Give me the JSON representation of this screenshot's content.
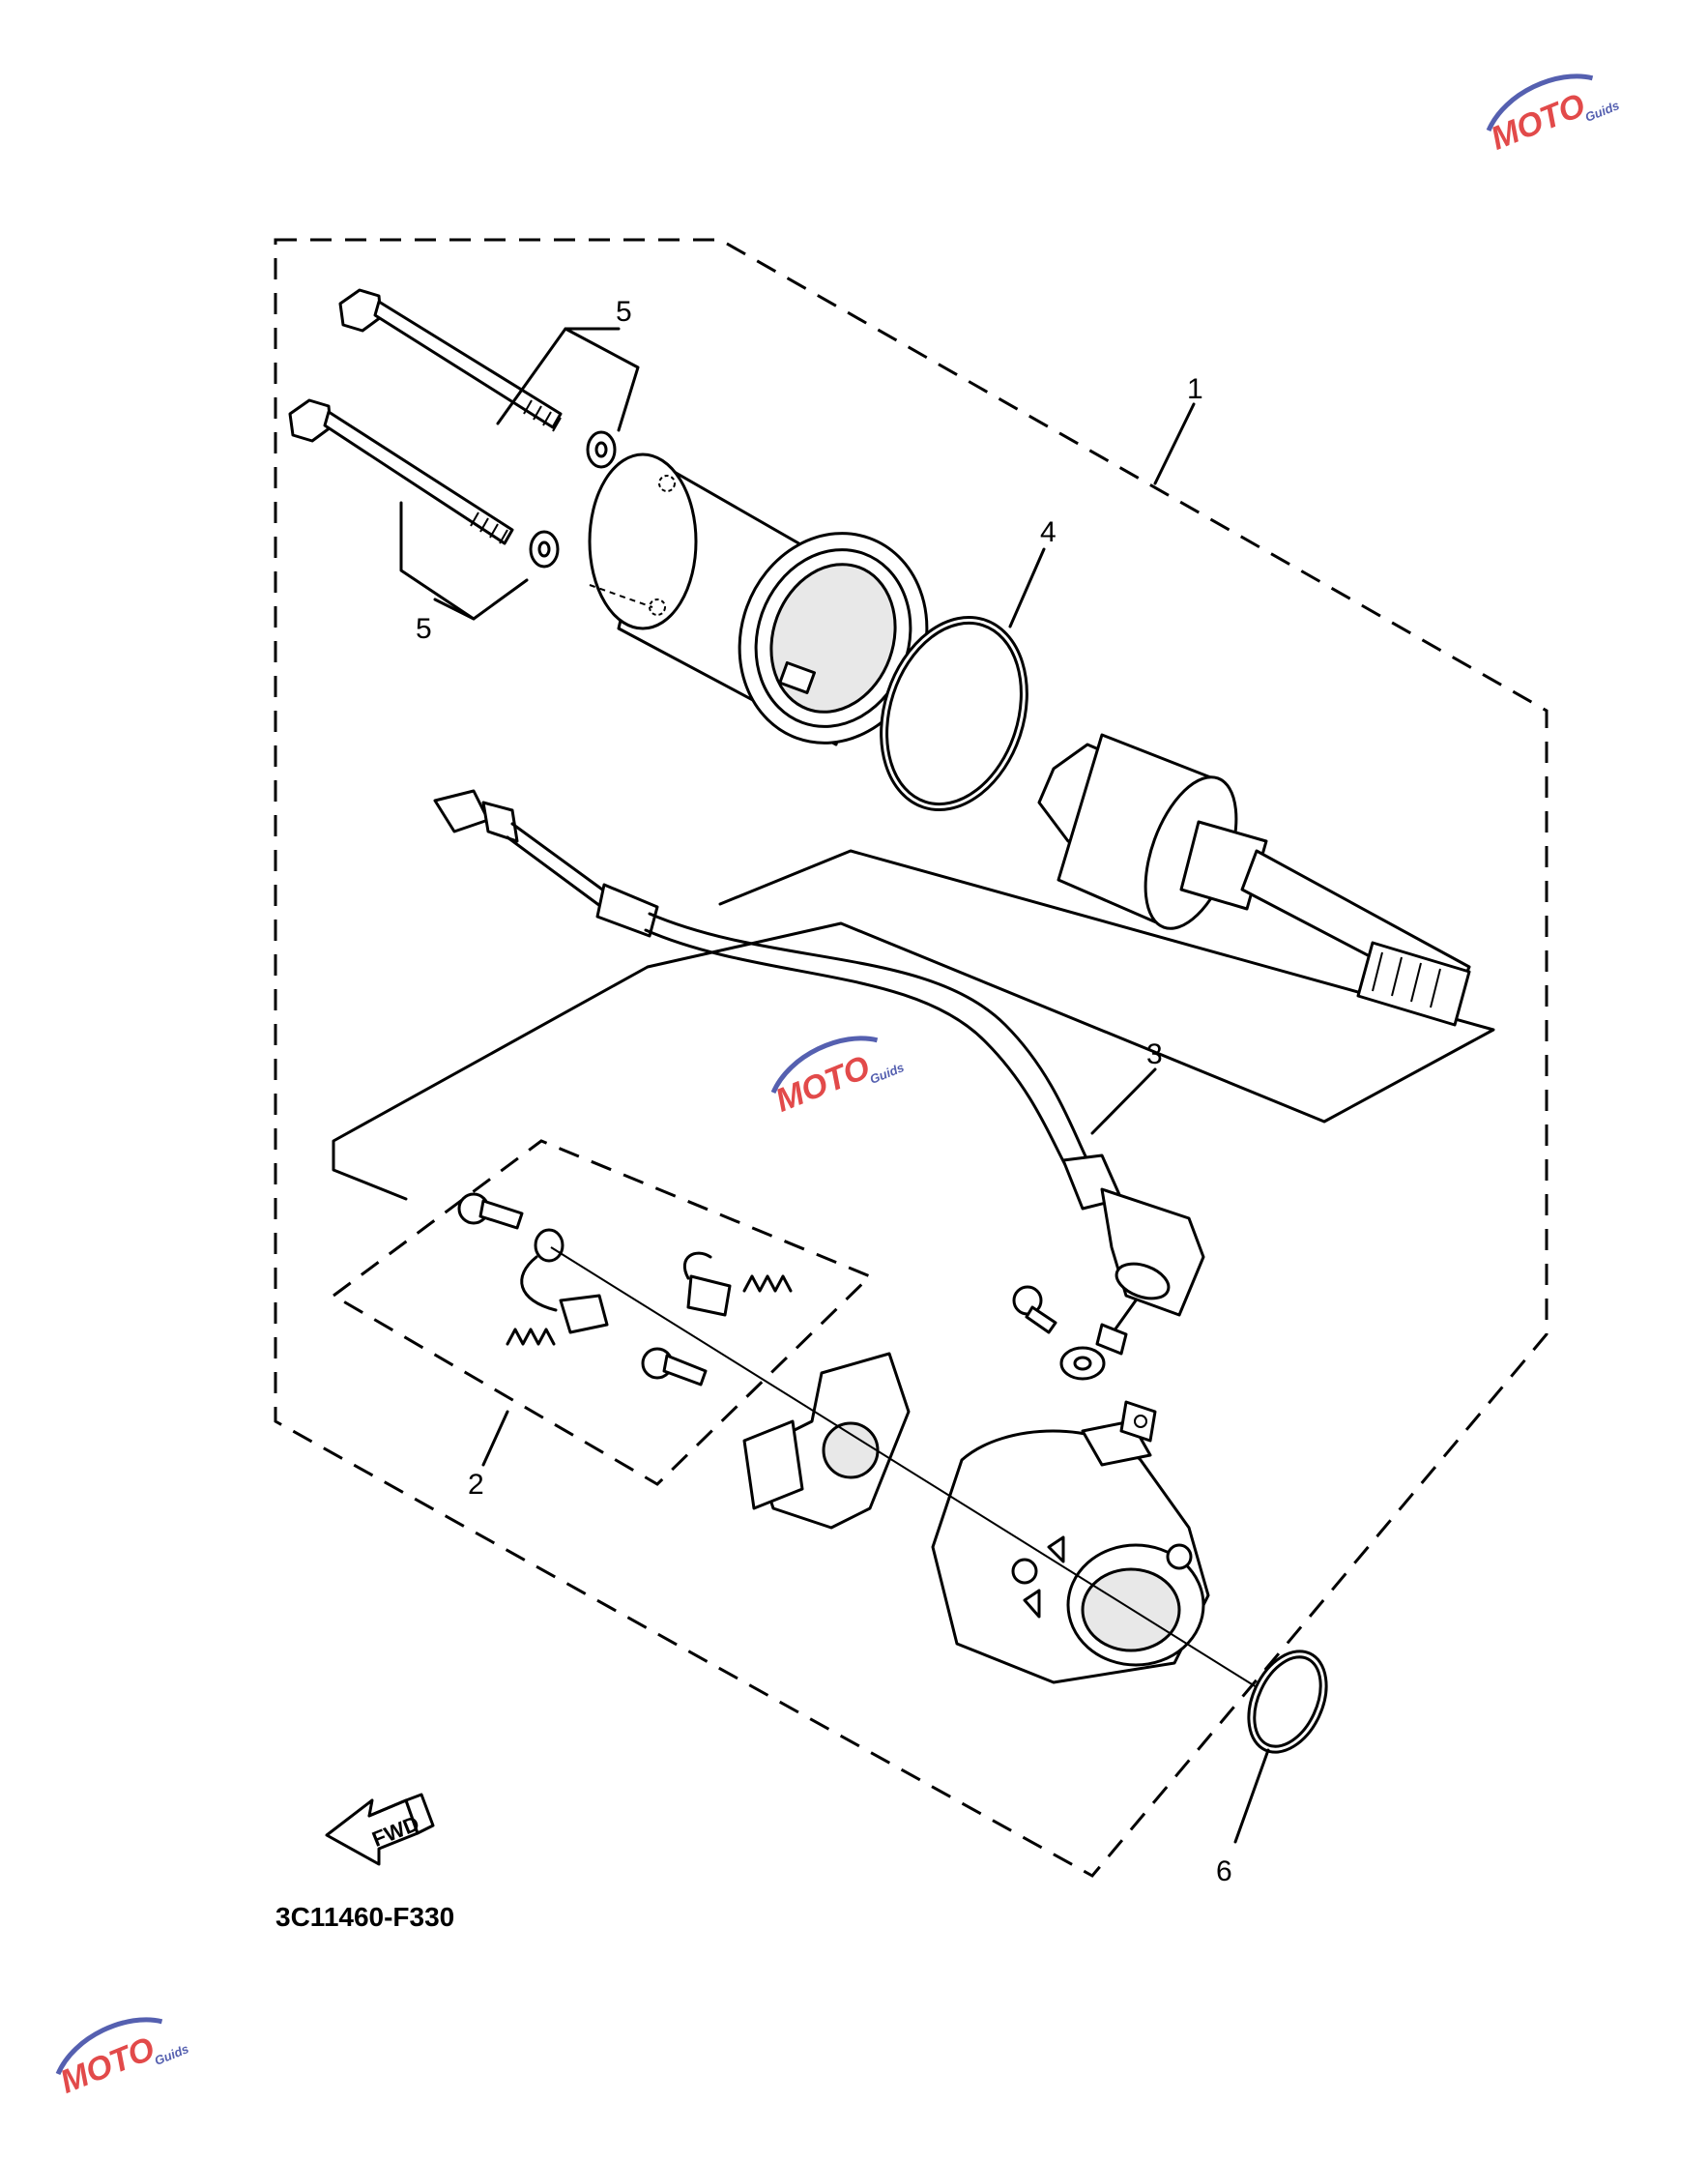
{
  "diagram_code": "3C11460-F330",
  "callouts": {
    "c1": "1",
    "c2": "2",
    "c3": "3",
    "c4": "4",
    "c5a": "5",
    "c5b": "5",
    "c6": "6"
  },
  "fwd_label": "FWD",
  "watermark": {
    "text": "MOTO",
    "subtext": "Guids",
    "color_main": "#e24a4a",
    "color_accent": "#5560b0"
  },
  "colors": {
    "line": "#000000",
    "background": "#ffffff"
  }
}
